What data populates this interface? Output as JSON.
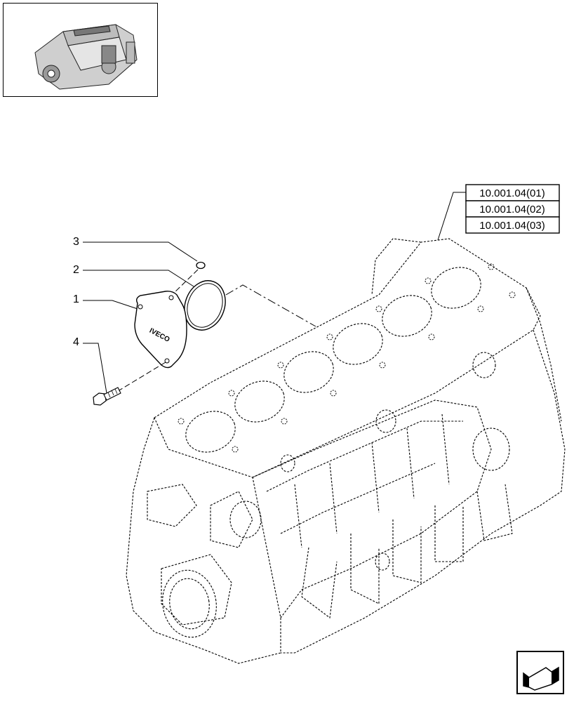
{
  "thumbnail": {
    "icon": "engine-thumbnail-icon"
  },
  "references": [
    "10.001.04(01)",
    "10.001.04(02)",
    "10.001.04(03)"
  ],
  "callouts": [
    "3",
    "2",
    "1",
    "4"
  ],
  "cover_logo": "IVECO",
  "nav": {
    "icon": "next-page-arrow-icon"
  }
}
